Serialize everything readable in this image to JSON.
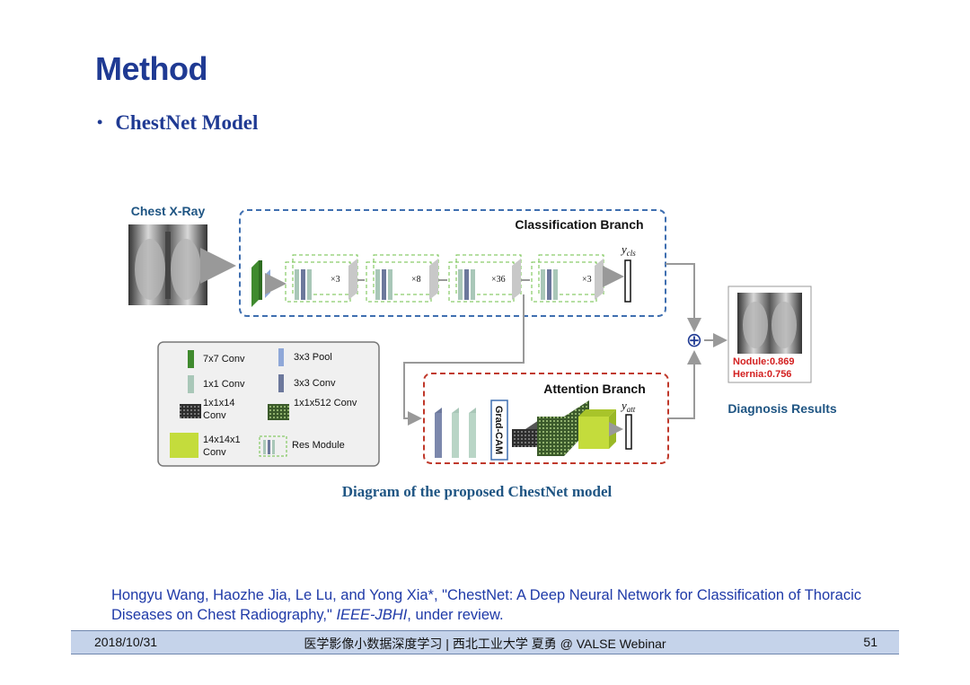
{
  "slide": {
    "title": "Method",
    "bullet_marker": "•",
    "bullet_text": "ChestNet Model"
  },
  "diagram": {
    "input_label": "Chest X-Ray",
    "classification_branch_title": "Classification Branch",
    "attention_branch_title": "Attention Branch",
    "y_cls_symbol": "y",
    "y_cls_subscript": "cls",
    "y_att_symbol": "y",
    "y_att_subscript": "att",
    "repeat_labels": [
      "×3",
      "×8",
      "×36",
      "×3"
    ],
    "grad_cam_label": "Grad-CAM",
    "plus_symbol": "⊕",
    "result_lines": [
      "Nodule:0.869",
      "Hernia:0.756"
    ],
    "diagnosis_label": "Diagnosis Results",
    "caption": "Diagram of the proposed ChestNet model",
    "legend": {
      "conv7x7": "7x7 Conv",
      "pool3x3": "3x3 Pool",
      "conv1x1": "1x1 Conv",
      "conv3x3": "3x3 Conv",
      "conv1x1x14_line1": "1x1x14",
      "conv1x1x14_line2": "Conv",
      "conv1x1x512": "1x1x512 Conv",
      "conv14x14x1_line1": "14x14x1",
      "conv14x14x1_line2": "Conv",
      "res_module": "Res Module"
    },
    "colors": {
      "classification_border": "#3f6fb0",
      "attention_border": "#c0392b",
      "conv7x7": "#3f8a2e",
      "conv1x1": "#a9c7b8",
      "conv3x3": "#6c789c",
      "pool3x3": "#8fa8d8",
      "conv14x14x1": "#c4dc3c",
      "results_text": "#d32020",
      "label_blue": "#1f5583"
    }
  },
  "citation": {
    "text_part1": "Hongyu Wang, Haozhe Jia, Le Lu, and Yong Xia*, \"ChestNet: A Deep Neural Network for Classification of Thoracic Diseases on Chest Radiography,\" ",
    "journal": "IEEE-JBHI",
    "text_part2": ", under review."
  },
  "footer": {
    "date": "2018/10/31",
    "center": "医学影像小数据深度学习 | 西北工业大学 夏勇 @ VALSE Webinar",
    "page": "51"
  }
}
